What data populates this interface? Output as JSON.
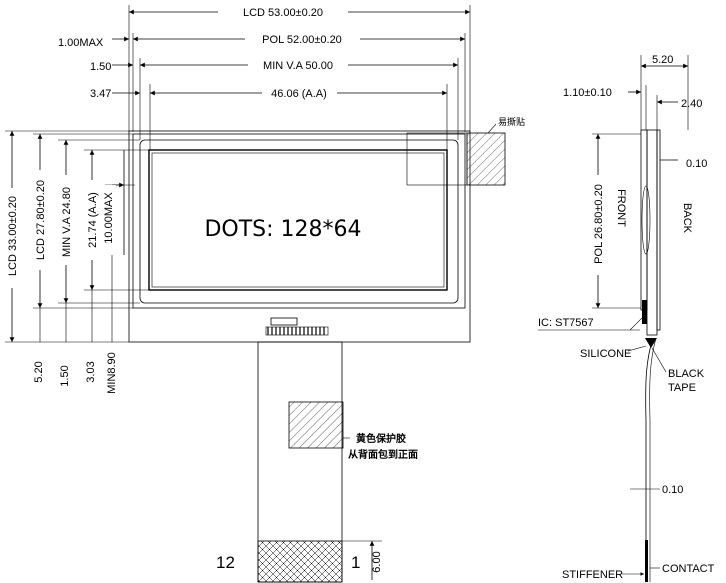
{
  "front_view": {
    "dims_horizontal": [
      "LCD 53.00±0.20",
      "POL 52.00±0.20",
      "MIN V.A 50.00",
      "46.06 (A.A)"
    ],
    "dims_left_small": [
      "1.00MAX",
      "1.50",
      "3.47"
    ],
    "dims_vertical": [
      "LCD 33.00±0.20",
      "LCD 27.80±0.20",
      "MIN V.A 24.80",
      "21.74 (A.A)",
      "10.00MAX"
    ],
    "dims_bottom": [
      "5.20",
      "1.50",
      "3.03",
      "MIN8.90"
    ],
    "dots_label": "DOTS: 128*64",
    "protect_film_label": "易撕贴",
    "tape_note_line1": "黄色保护胶",
    "tape_note_line2": "从背面包到正面",
    "pin_left": "12",
    "pin_right": "1",
    "fpc_dim": "6.00"
  },
  "side_view": {
    "dims": [
      "5.20",
      "1.10±0.10",
      "2.40",
      "0.10",
      "POL 26.80±0.20",
      "0.10"
    ],
    "front_label": "FRONT",
    "back_label": "BACK",
    "ic_label": "IC: ST7567",
    "silicone_label": "SILICONE",
    "black_tape_label_line1": "BLACK",
    "black_tape_label_line2": "TAPE",
    "stiffener_label": "STIFFENER",
    "contact_label": "CONTACT"
  }
}
